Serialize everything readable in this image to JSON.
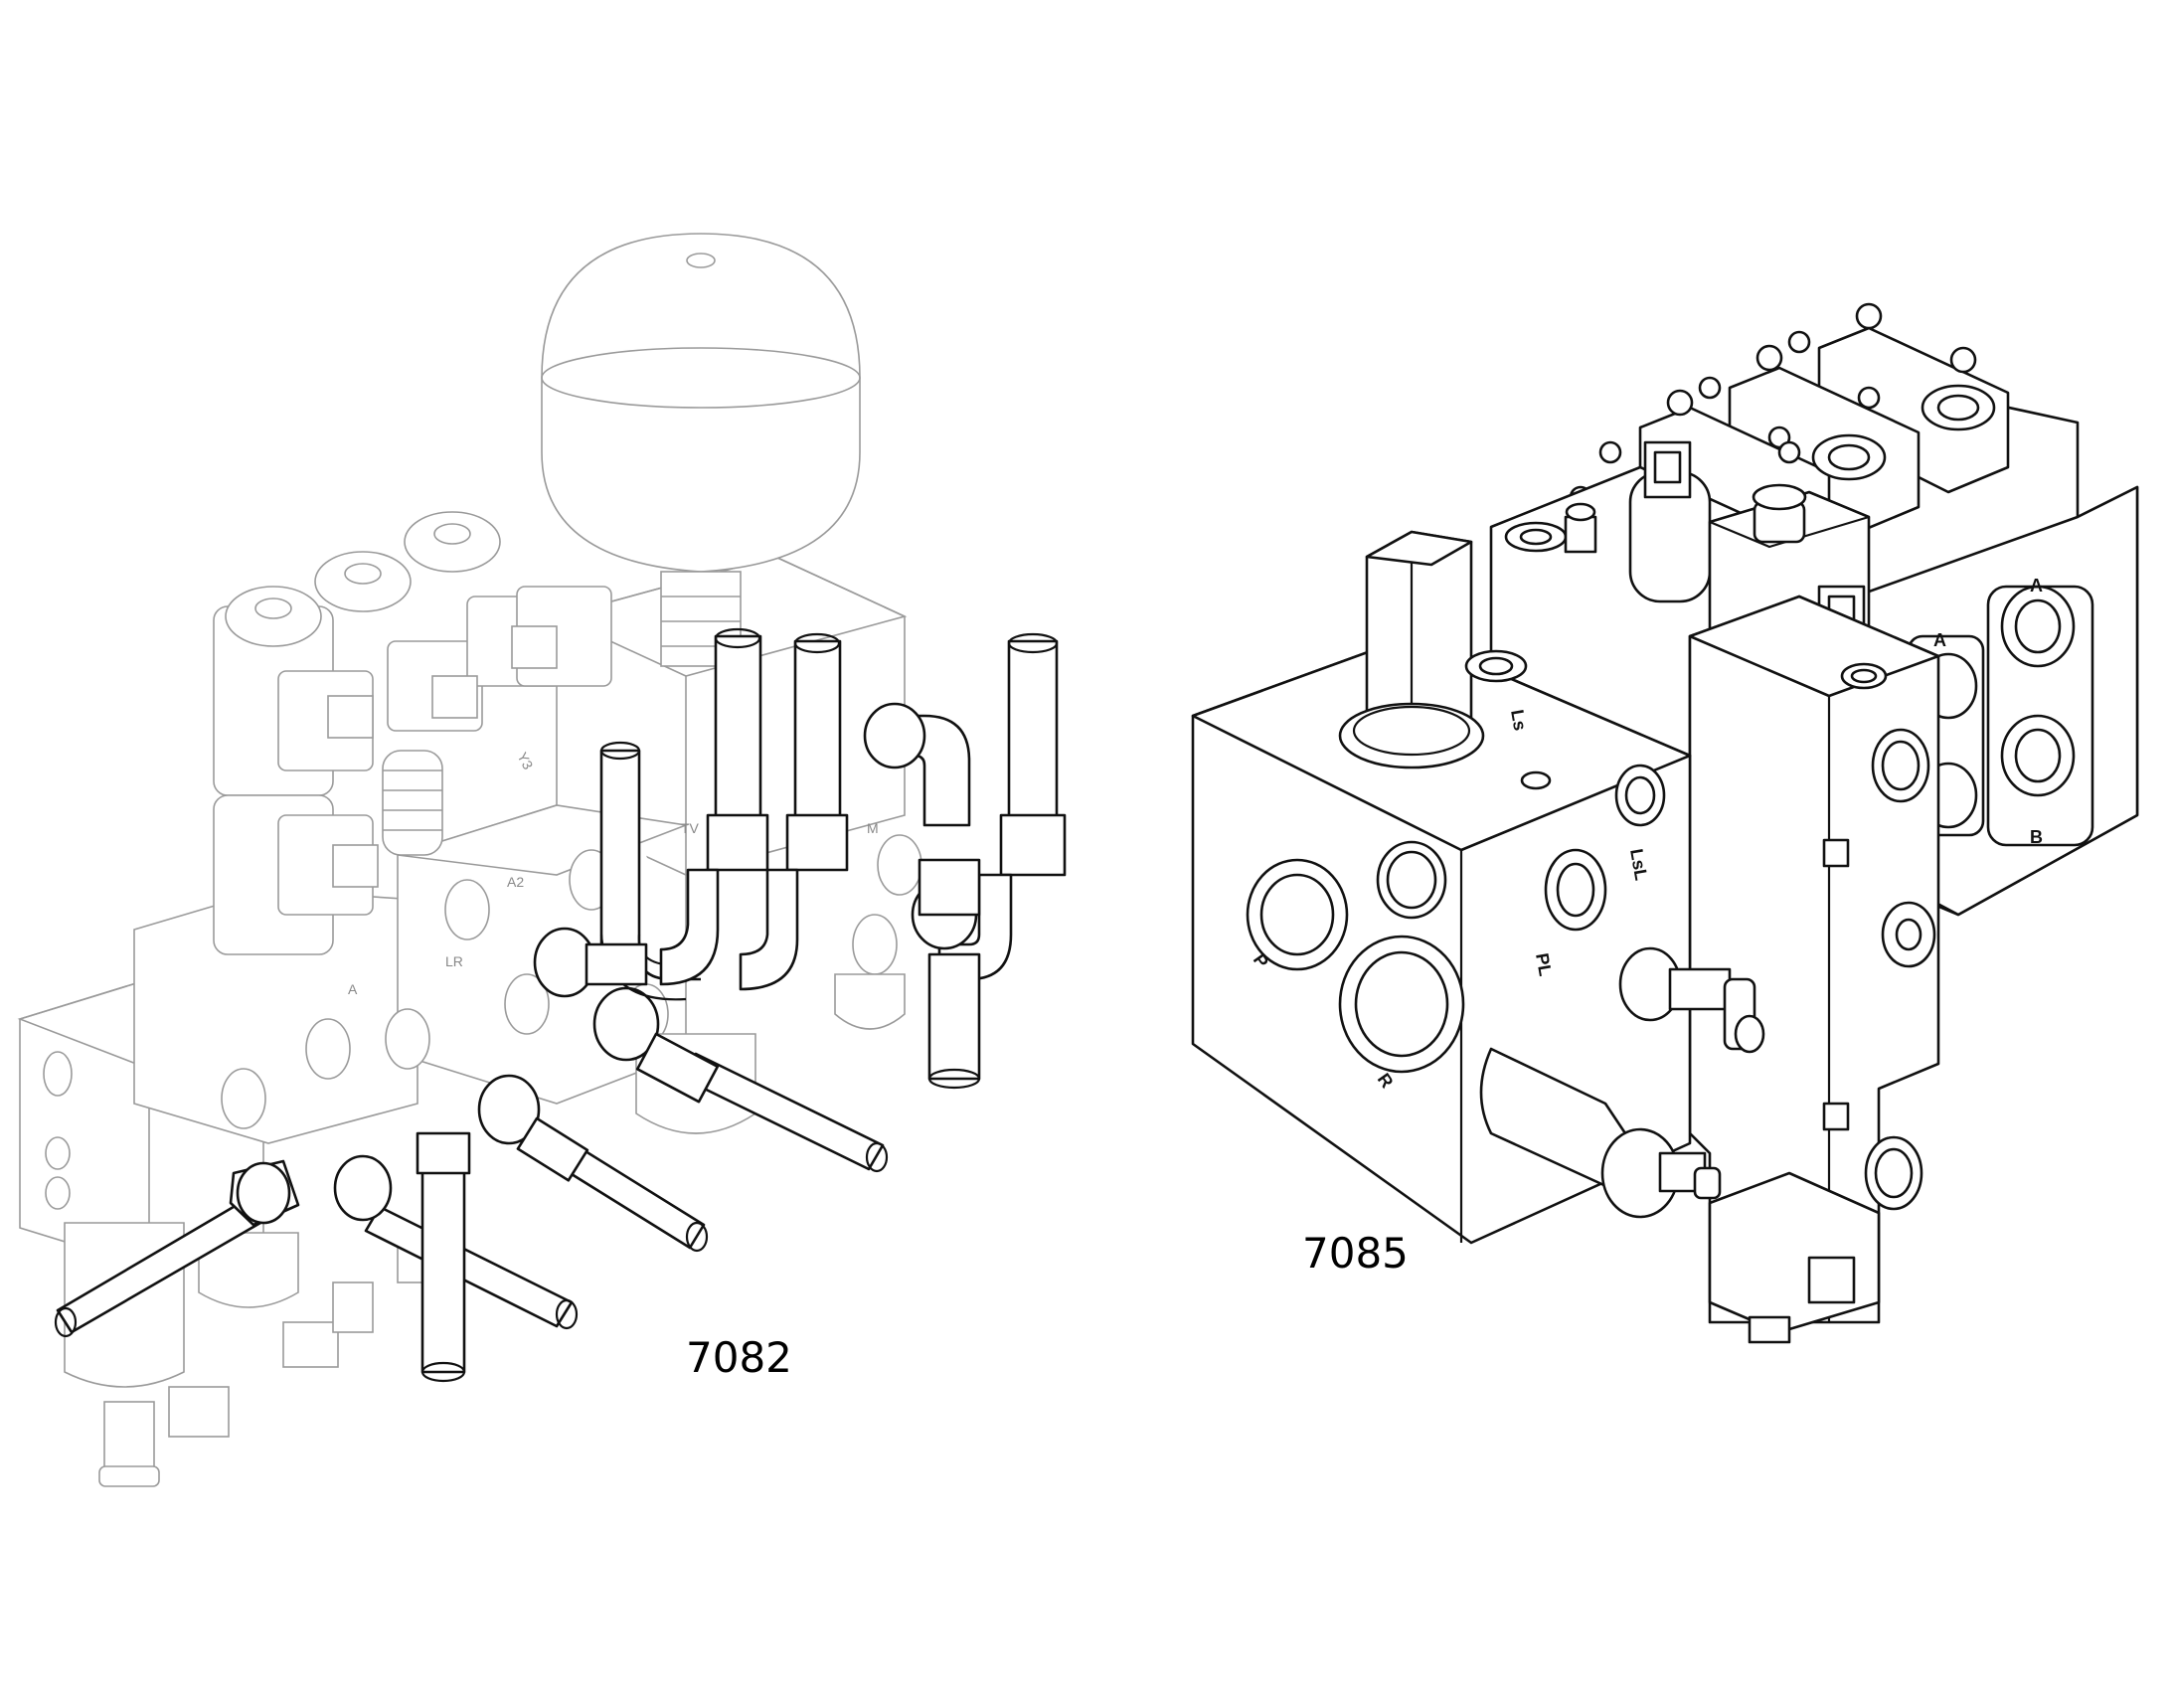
{
  "figures": [
    {
      "id": "left-assembly",
      "part_number": "7082",
      "port_labels": [
        "Y3",
        "TV",
        "A2",
        "LR",
        "M",
        "A"
      ]
    },
    {
      "id": "right-assembly",
      "part_number": "7085",
      "port_labels": [
        "Ls",
        "LsL",
        "P",
        "PL",
        "R",
        "A",
        "B"
      ]
    }
  ]
}
